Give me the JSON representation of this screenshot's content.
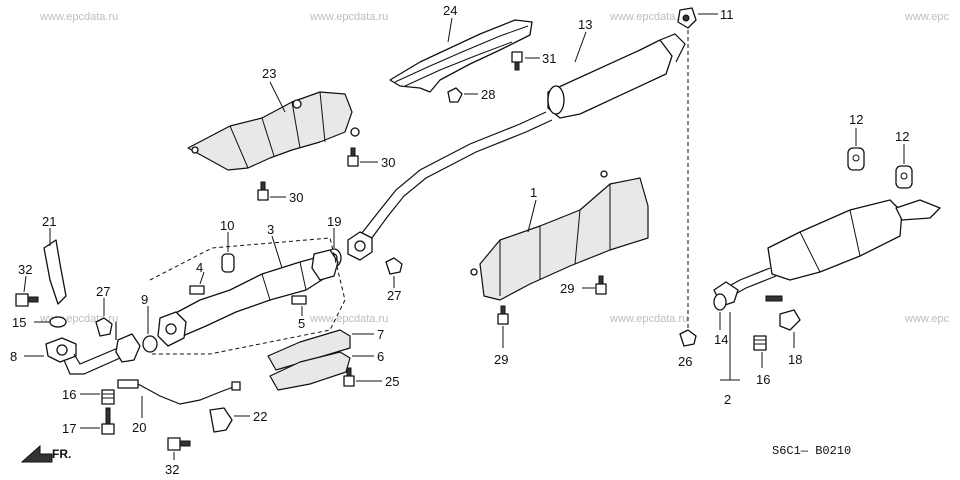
{
  "watermarks": [
    "www.epcdata.ru",
    "www.epcdata.ru",
    "www.epcdata.ru",
    "www.epc",
    "www.epcdata.ru",
    "www.epcdata.ru",
    "www.epcdata.ru",
    "www.epc"
  ],
  "diagram_code": "S6C1— B0210",
  "direction_label": "FR.",
  "callouts": {
    "c1": "1",
    "c2": "2",
    "c3": "3",
    "c4": "4",
    "c5": "5",
    "c6": "6",
    "c7": "7",
    "c8": "8",
    "c9": "9",
    "c10": "10",
    "c11": "11",
    "c12a": "12",
    "c12b": "12",
    "c13": "13",
    "c14": "14",
    "c15": "15",
    "c16a": "16",
    "c16b": "16",
    "c17": "17",
    "c18": "18",
    "c19": "19",
    "c20": "20",
    "c21": "21",
    "c22": "22",
    "c23": "23",
    "c24": "24",
    "c25": "25",
    "c26": "26",
    "c27a": "27",
    "c27b": "27",
    "c28": "28",
    "c29a": "29",
    "c29b": "29",
    "c30a": "30",
    "c30b": "30",
    "c31": "31",
    "c32a": "32",
    "c32b": "32"
  }
}
